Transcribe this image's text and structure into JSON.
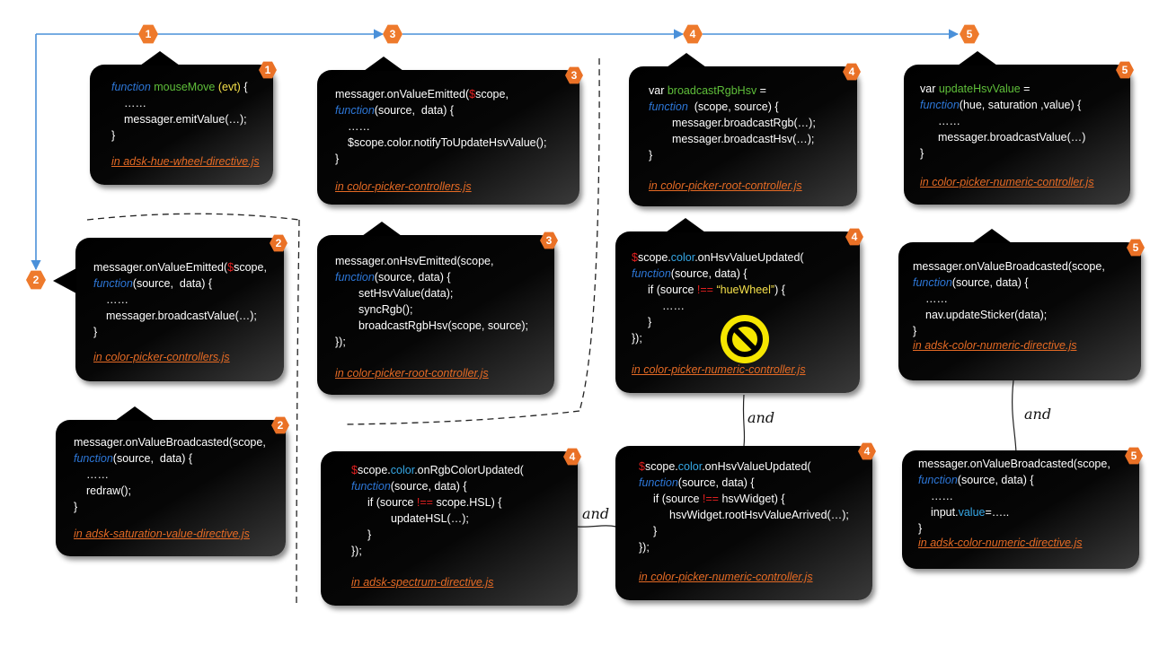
{
  "step_badges": [
    "1",
    "3",
    "4",
    "5",
    "2"
  ],
  "and_label": "and",
  "cards": [
    {
      "badge": "1",
      "lines": [
        "function mouseMove (evt) {",
        "……",
        "messager.emitValue(…);",
        "}"
      ],
      "file": "in adsk-hue-wheel-directive.js"
    },
    {
      "badge": "2",
      "lines": [
        "messager.onValueEmitted($scope,",
        "function(source, data) {",
        "……",
        "messager.broadcastValue(…);",
        "}"
      ],
      "file": "in color-picker-controllers.js"
    },
    {
      "badge": "2",
      "lines": [
        "messager.onValueBroadcasted(scope,",
        "function(source, data) {",
        "……",
        "redraw();",
        "}"
      ],
      "file": "in adsk-saturation-value-directive.js"
    },
    {
      "badge": "3",
      "lines": [
        "messager.onValueEmitted($scope,",
        "function(source, data) {",
        "……",
        "$scope.color.notifyToUpdateHsvValue();",
        "}"
      ],
      "file": "in color-picker-controllers.js"
    },
    {
      "badge": "3",
      "lines": [
        "messager.onHsvEmitted(scope,",
        "function(source, data) {",
        "setHsvValue(data);",
        "syncRgb();",
        "broadcastRgbHsv(scope, source);",
        "});"
      ],
      "file": "in color-picker-root-controller.js"
    },
    {
      "badge": "4",
      "lines": [
        "$scope.color.onRgbColorUpdated(",
        "function(source, data) {",
        "if (source !== scope.HSL) {",
        "updateHSL(…);",
        "}",
        "});"
      ],
      "file": "in adsk-spectrum-directive.js"
    },
    {
      "badge": "4",
      "lines": [
        "var broadcastRgbHsv =",
        "function (scope, source) {",
        "messager.broadcastRgb(…);",
        "messager.broadcastHsv(…);",
        "}"
      ],
      "file": "in color-picker-root-controller.js"
    },
    {
      "badge": "4",
      "lines": [
        "$scope.color.onHsvValueUpdated(",
        "function(source, data) {",
        "if (source !== “hueWheel”) {",
        "……",
        "}",
        "});"
      ],
      "file": "in color-picker-numeric-controller.js"
    },
    {
      "badge": "4",
      "lines": [
        "$scope.color.onHsvValueUpdated(",
        "function(source, data) {",
        "if (source !== hsvWidget) {",
        "hsvWidget.rootHsvValueArrived(…);",
        "}",
        "});"
      ],
      "file": "in color-picker-numeric-controller.js"
    },
    {
      "badge": "5",
      "lines": [
        "var updateHsvValue =",
        "function(hue, saturation ,value) {",
        "……",
        "messager.broadcastValue(…)",
        "}"
      ],
      "file": "in color-picker-numeric-controller.js"
    },
    {
      "badge": "5",
      "lines": [
        "messager.onValueBroadcasted(scope,",
        "function(source, data) {",
        "……",
        "nav.updateSticker(data);",
        "}"
      ],
      "file": "in adsk-color-numeric-directive.js"
    },
    {
      "badge": "5",
      "lines": [
        "messager.onValueBroadcasted(scope,",
        "function(source, data) {",
        "……",
        "input.value=…..",
        "}"
      ],
      "file": "in adsk-color-numeric-directive.js"
    }
  ],
  "colors": {
    "badge": "#ea7126",
    "file_link": "#e56a24",
    "keyword": "#2d77d8",
    "arrow": "#4a90d9",
    "no_entry": "#f5e600"
  }
}
